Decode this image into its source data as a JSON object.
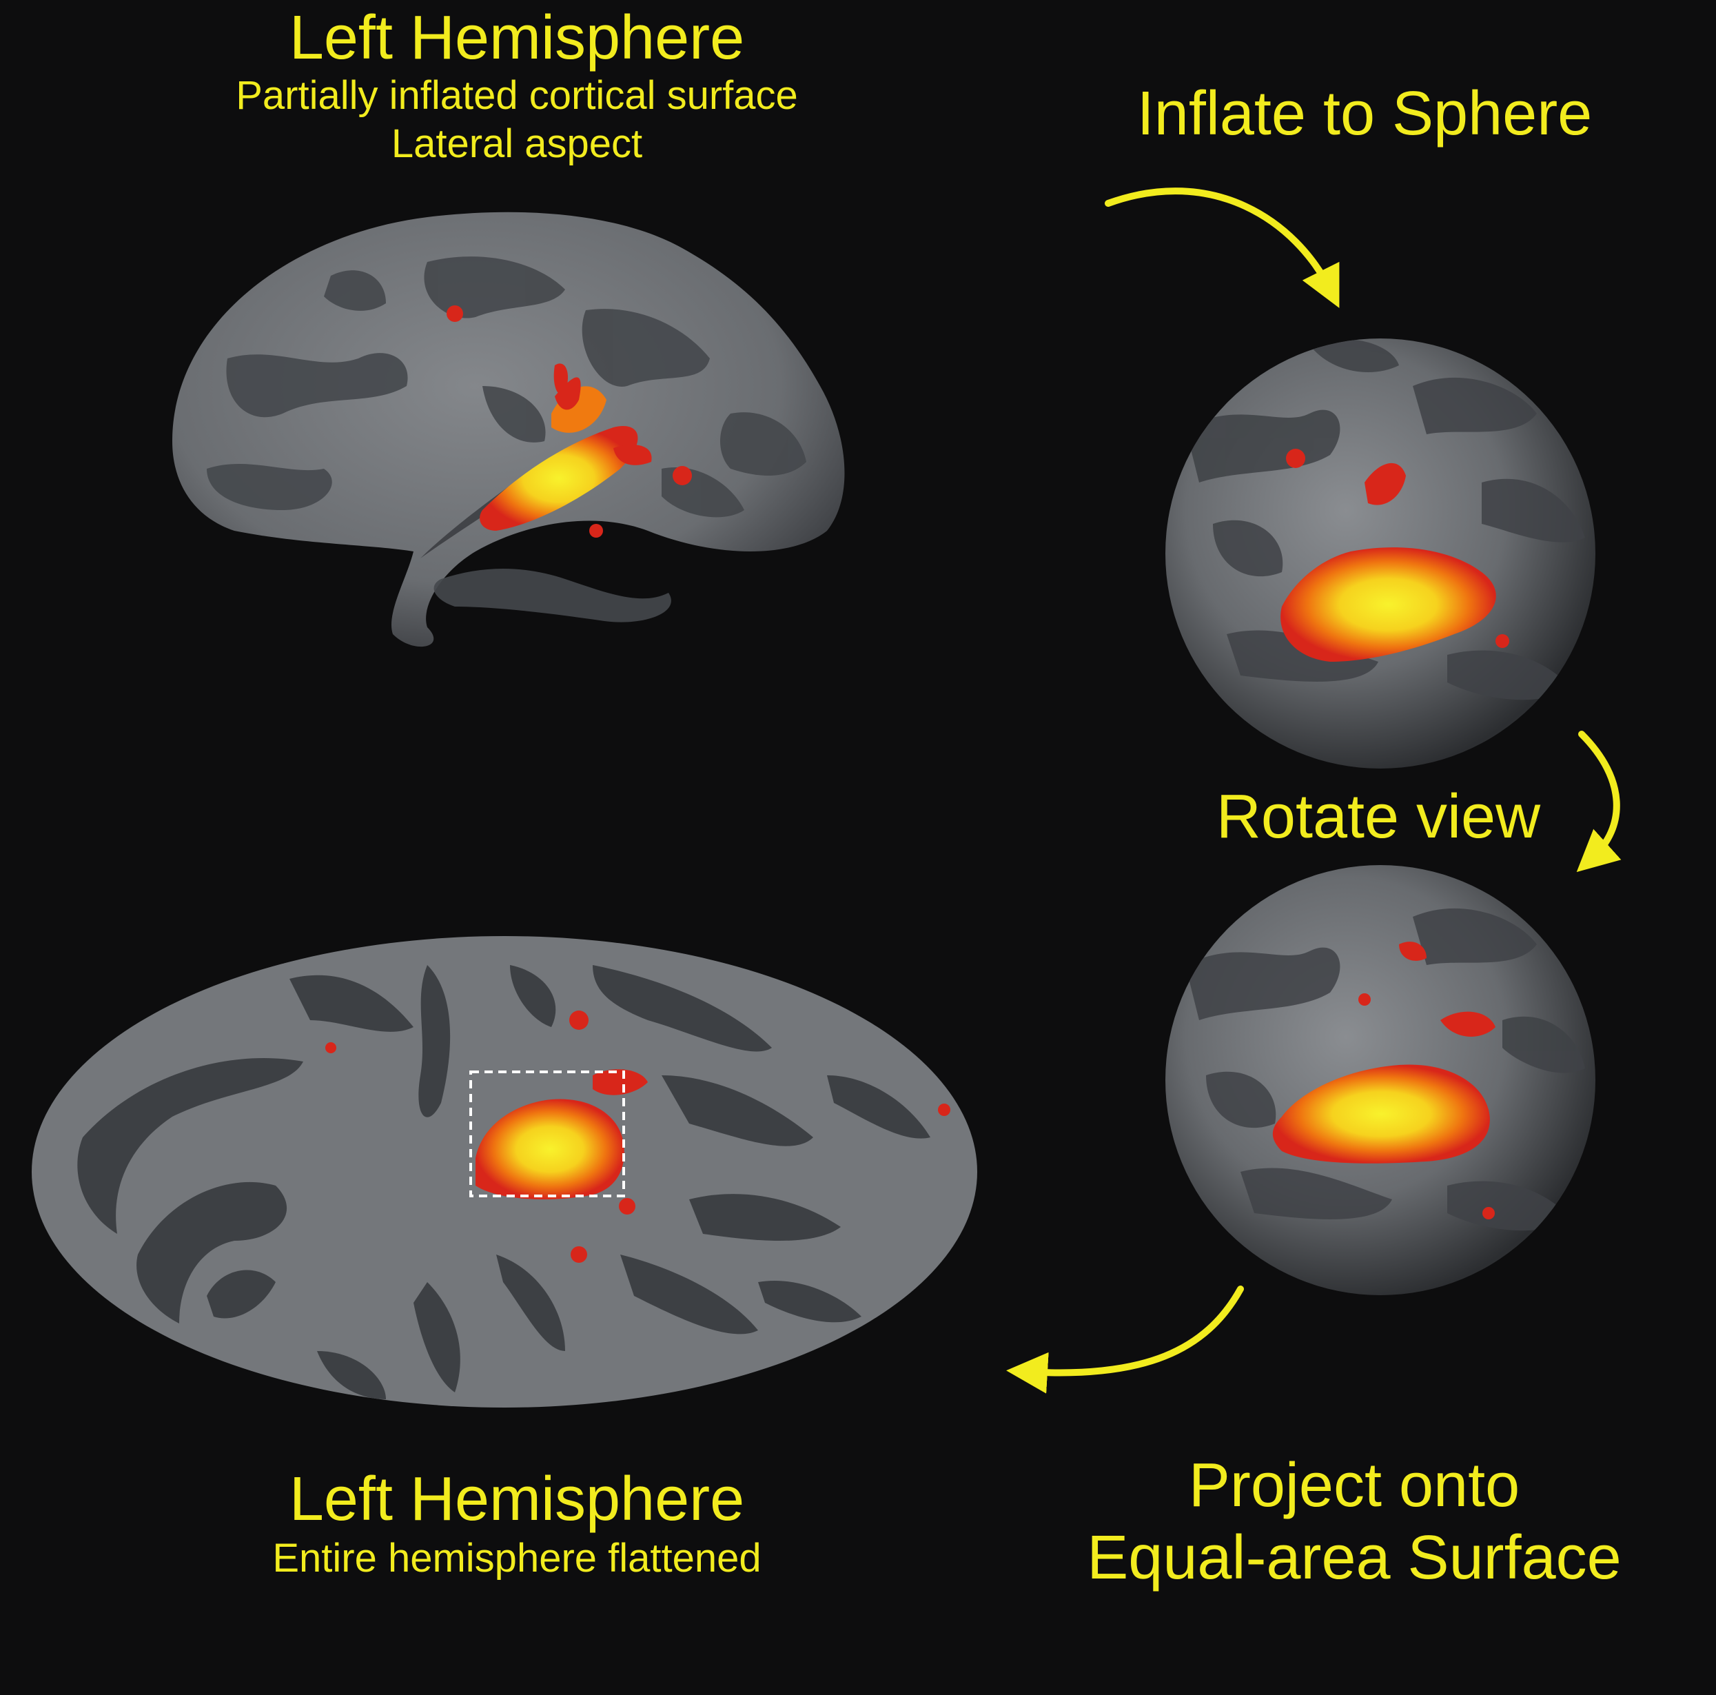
{
  "top_left": {
    "title": "Left Hemisphere",
    "subtitle_1": "Partially inflated cortical surface",
    "subtitle_2": "Lateral aspect"
  },
  "steps": {
    "inflate": "Inflate to Sphere",
    "rotate": "Rotate view",
    "project_1": "Project onto",
    "project_2": "Equal-area Surface"
  },
  "bottom_left": {
    "title": "Left Hemisphere",
    "subtitle": "Entire hemisphere flattened"
  },
  "colors": {
    "background": "#0d0d0e",
    "label_yellow": "#f2ec1e",
    "cortex_light": "#74777b",
    "cortex_dark": "#3d4044",
    "activation_red": "#d8261a",
    "activation_orange": "#f07a10",
    "activation_yellow": "#f6ee2a",
    "roi_box": "#ffffff"
  },
  "icons": {
    "arrows": "curved-arrow-icon",
    "roi": "dashed-rectangle"
  }
}
